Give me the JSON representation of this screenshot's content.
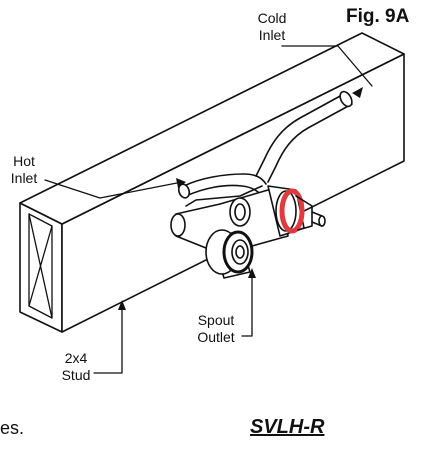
{
  "figure": {
    "label": "Fig. 9A",
    "model": "SVLH-R",
    "cut_text": "es."
  },
  "callouts": {
    "cold_inlet": [
      "Cold",
      "Inlet"
    ],
    "hot_inlet": [
      "Hot",
      "Inlet"
    ],
    "spout_outlet": [
      "Spout",
      "Outlet"
    ],
    "stud": [
      "2x4",
      "Stud"
    ]
  },
  "colors": {
    "ink": "#111111",
    "seal_ring": "#e03a3e",
    "paper": "#ffffff"
  }
}
